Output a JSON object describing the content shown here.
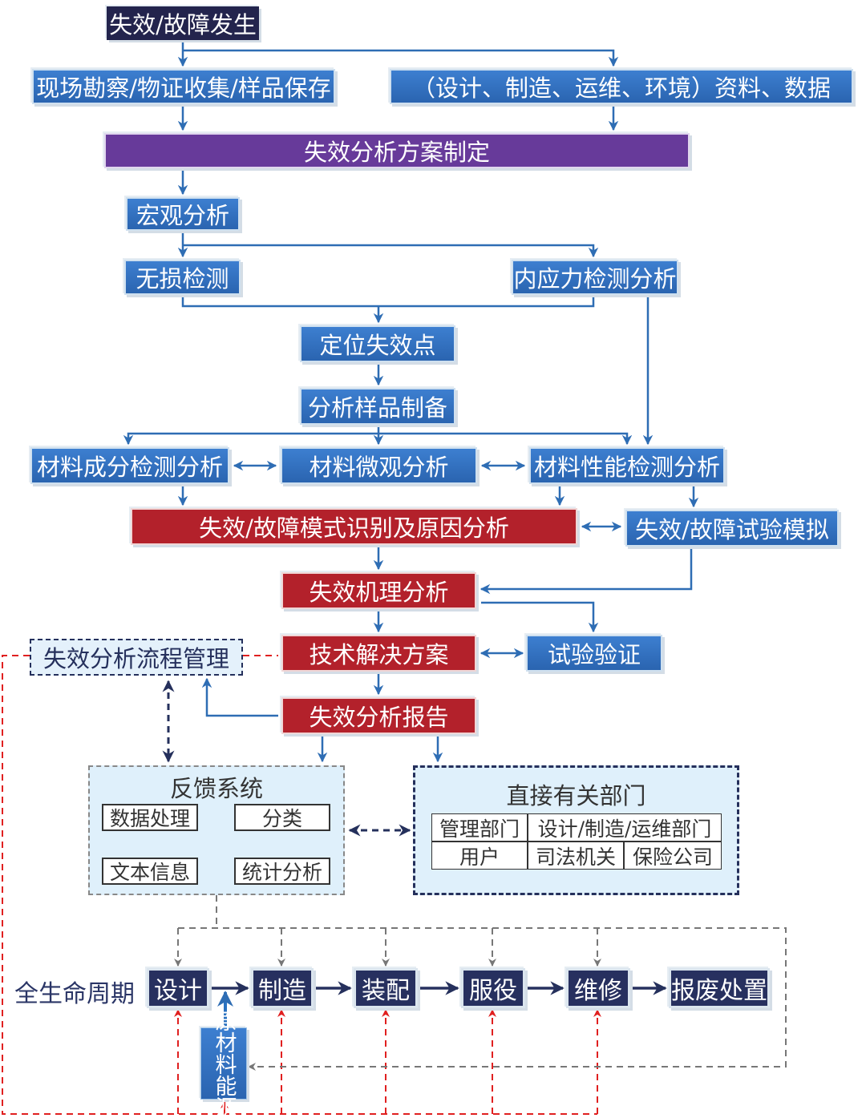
{
  "colors": {
    "blue": "#2e6db4",
    "navy": "#23244d",
    "purple": "#673a9a",
    "red": "#b3212b",
    "feedback_red": "#e02020",
    "gray": "#777777"
  },
  "nodes": {
    "start": "失效/故障发生",
    "site": "现场勘察/物证收集/样品保存",
    "docs": "（设计、制造、运维、环境）资料、数据",
    "plan": "失效分析方案制定",
    "macro": "宏观分析",
    "ndt": "无损检测",
    "stress": "内应力检测分析",
    "locate": "定位失效点",
    "prep": "分析样品制备",
    "comp": "材料成分检测分析",
    "micro": "材料微观分析",
    "perf": "材料性能检测分析",
    "mode": "失效/故障模式识别及原因分析",
    "test": "失效/故障试验模拟",
    "mech": "失效机理分析",
    "solution": "技术解决方案",
    "verify": "试验验证",
    "report": "失效分析报告",
    "mgmt": "失效分析流程管理"
  },
  "feedback": {
    "title": "反馈系统",
    "data": "数据处理",
    "classify": "分类",
    "text": "文本信息",
    "stats": "统计分析"
  },
  "departments": {
    "title": "直接有关部门",
    "rows": [
      [
        "管理部门",
        "设计/制造/运维部门"
      ],
      [
        "用户",
        "司法机关",
        "保险公司"
      ]
    ]
  },
  "lifecycle": {
    "label": "全生命周期",
    "stages": [
      "设计",
      "制造",
      "装配",
      "服役",
      "维修",
      "报废处置"
    ],
    "materials": "原材料能源"
  }
}
